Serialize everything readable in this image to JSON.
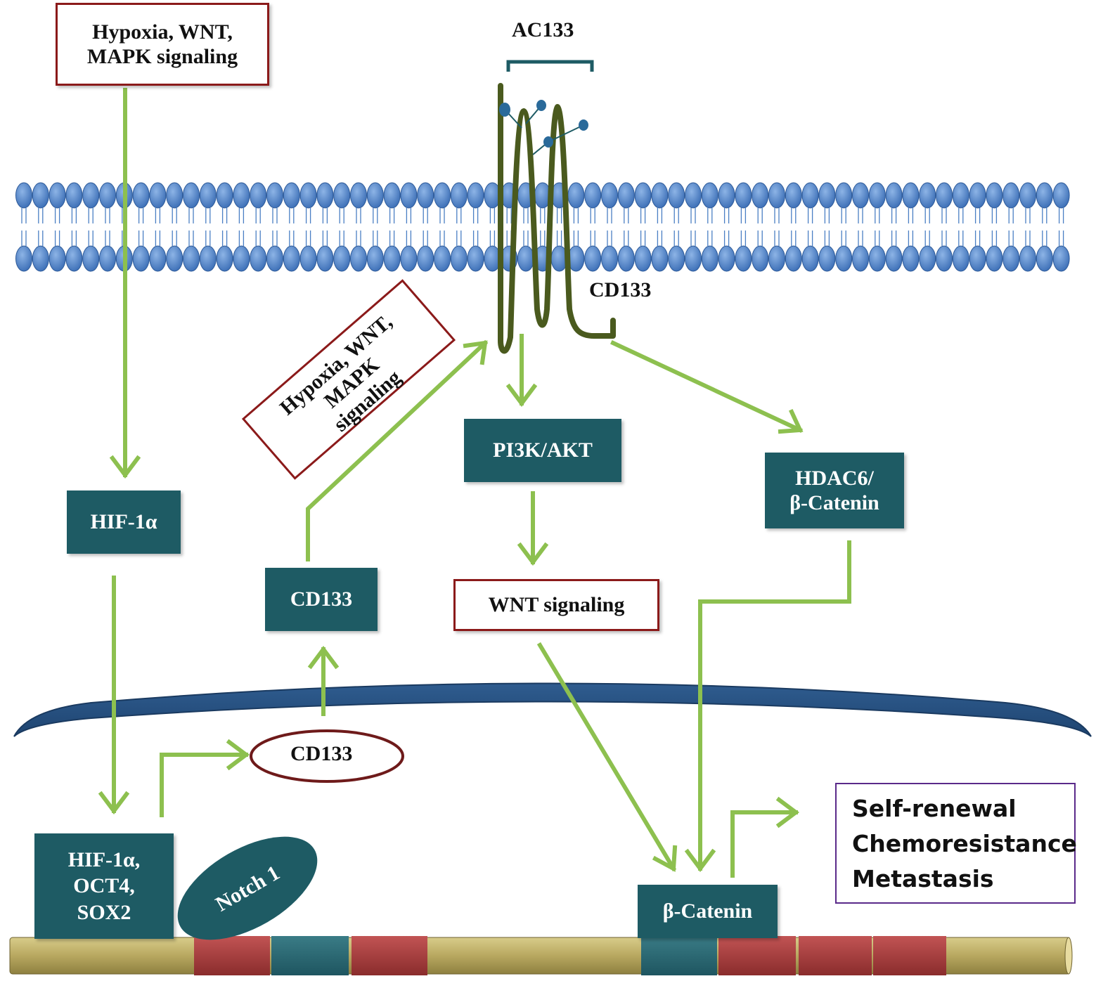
{
  "labels": {
    "ac133": "AC133",
    "cd133_membrane": "CD133",
    "top_signal_line1": "Hypoxia, WNT,",
    "top_signal_line2": "MAPK signaling",
    "rot_signal_line1": "Hypoxia, WNT,",
    "rot_signal_line2": "MAPK",
    "rot_signal_line3": "signaling",
    "hif1a": "HIF-1α",
    "cd133_box": "CD133",
    "cd133_oval": "CD133",
    "pi3k": "PI3K/AKT",
    "wnt_signaling": "WNT signaling",
    "hdac6_line1": "HDAC6/",
    "hdac6_line2": "β-Catenin",
    "tf_line1": "HIF-1α,",
    "tf_line2": "OCT4,",
    "tf_line3": "SOX2",
    "notch1": "Notch 1",
    "beta_catenin": "β-Catenin",
    "outcomes": [
      "Self-renewal",
      "Chemoresistance",
      "Metastasis"
    ]
  },
  "colors": {
    "teal": "#1e5b64",
    "arrow_green": "#8dc04f",
    "box_red_border": "#8b1a1a",
    "membrane_blue": "#4a7fc4",
    "protein_olive": "#4a5a1e",
    "dna_tan": "#b8a860",
    "dna_red": "#a83a3a",
    "outcome_border": "#5a2a8a"
  }
}
